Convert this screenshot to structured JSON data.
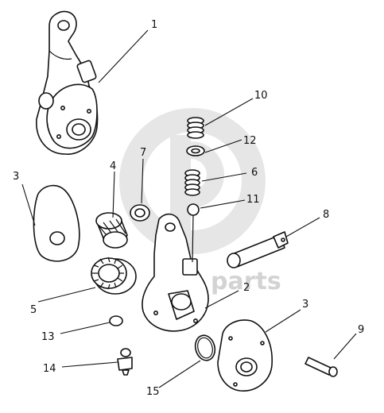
{
  "diagram": {
    "watermark_text": "parts",
    "watermark_color": "#d3d3d3",
    "line_color": "#111111",
    "callouts": [
      "1",
      "10",
      "12",
      "7",
      "4",
      "6",
      "3",
      "11",
      "8",
      "5",
      "2",
      "13",
      "3",
      "9",
      "14",
      "15"
    ]
  }
}
